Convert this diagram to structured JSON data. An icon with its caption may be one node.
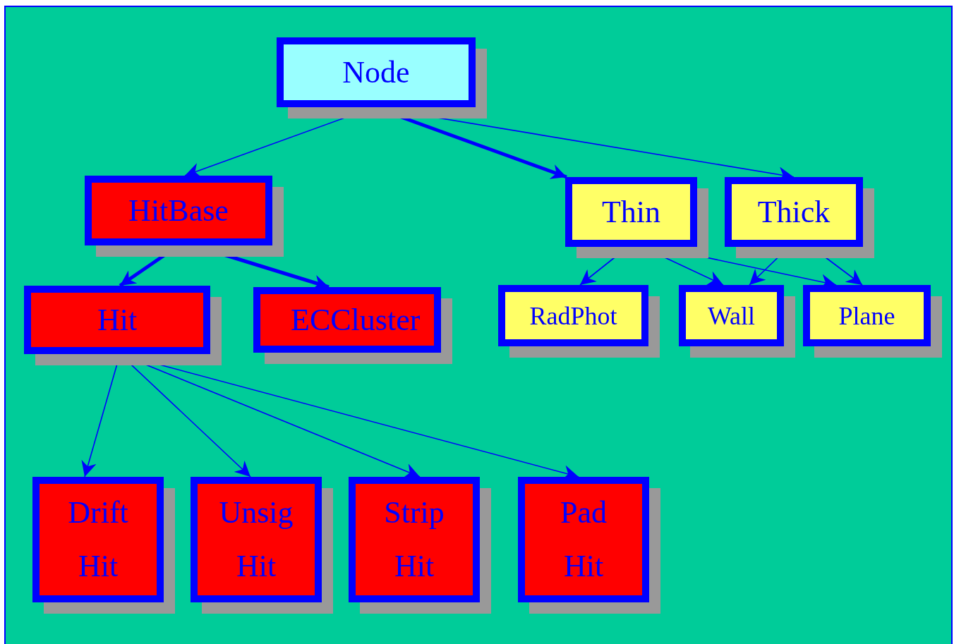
{
  "diagram": {
    "nodes": [
      {
        "text": [
          "Node"
        ]
      },
      {
        "text": [
          "HitBase"
        ]
      },
      {
        "text": [
          "Thin"
        ]
      },
      {
        "text": [
          "Thick"
        ]
      },
      {
        "text": [
          "Hit"
        ]
      },
      {
        "text": [
          "ECCluster"
        ]
      },
      {
        "text": [
          "RadPhot"
        ]
      },
      {
        "text": [
          "Wall"
        ]
      },
      {
        "text": [
          "Plane"
        ]
      },
      {
        "text": [
          "Drift Hit"
        ]
      },
      {
        "text": [
          "Unsig Hit"
        ]
      },
      {
        "text": [
          "Strip Hit"
        ]
      },
      {
        "text": [
          "Pad Hit"
        ]
      }
    ],
    "edges": [
      {
        "from": 0,
        "to": 1,
        "arrow": "to"
      },
      {
        "from": 0,
        "to": 2,
        "arrow": "to",
        "style": "thick"
      },
      {
        "from": 0,
        "to": 3,
        "arrow": "to"
      },
      {
        "from": 1,
        "to": 4,
        "arrow": "to",
        "style": "thick"
      },
      {
        "from": 1,
        "to": 5,
        "arrow": "to",
        "style": "thick"
      },
      {
        "from": 2,
        "to": 6,
        "arrow": "to"
      },
      {
        "from": 2,
        "to": 7,
        "arrow": "to"
      },
      {
        "from": 2,
        "to": 8,
        "arrow": "to"
      },
      {
        "from": 3,
        "to": 7,
        "arrow": "to"
      },
      {
        "from": 3,
        "to": 8,
        "arrow": "to"
      },
      {
        "from": 4,
        "to": 9,
        "arrow": "to"
      },
      {
        "from": 4,
        "to": 10,
        "arrow": "to"
      },
      {
        "from": 4,
        "to": 11,
        "arrow": "to"
      },
      {
        "from": 4,
        "to": 12,
        "arrow": "to"
      }
    ]
  }
}
